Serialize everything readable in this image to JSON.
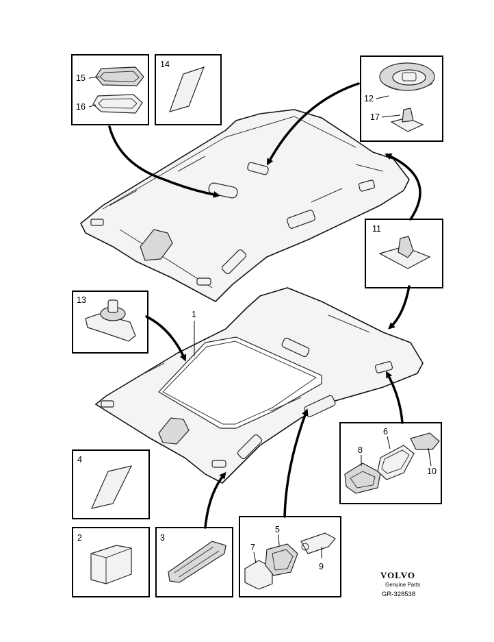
{
  "callouts": {
    "c1": "1",
    "c2": "2",
    "c3": "3",
    "c4": "4",
    "c5": "5",
    "c6": "6",
    "c7": "7",
    "c8": "8",
    "c9": "9",
    "c10": "10",
    "c11": "11",
    "c12": "12",
    "c13": "13",
    "c14": "14",
    "c15": "15",
    "c16": "16",
    "c17": "17"
  },
  "logo": {
    "brand": "VOLVO",
    "tagline": "Genuine Parts",
    "code": "GR-328538"
  }
}
